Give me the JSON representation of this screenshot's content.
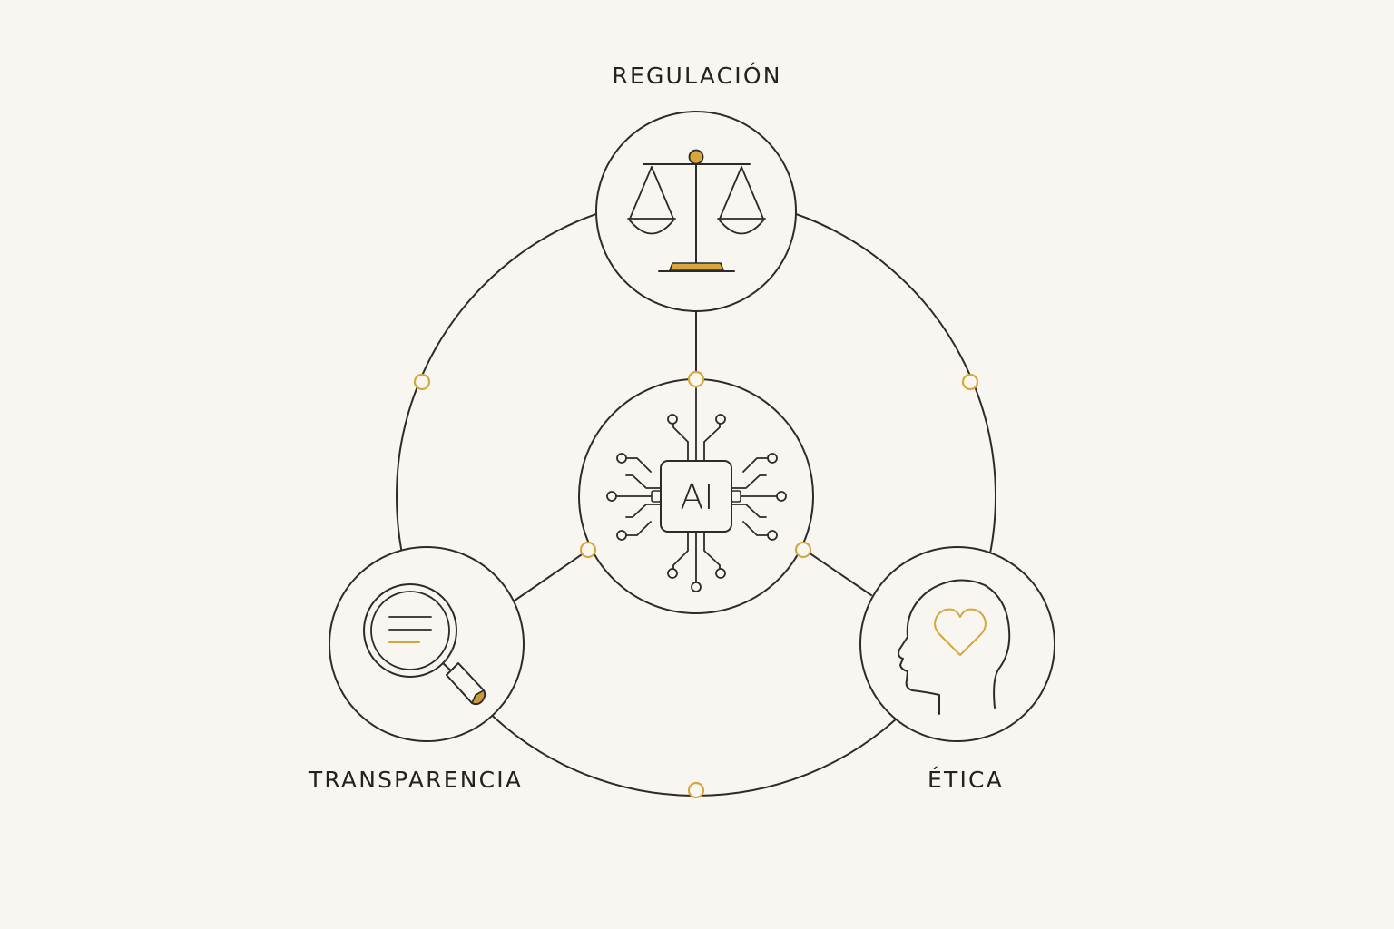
{
  "labels": {
    "top": "REGULACIÓN",
    "left": "TRANSPARENCIA",
    "right": "ÉTICA",
    "center": "AI"
  },
  "icons": {
    "top": "balance-scale-icon",
    "left": "magnifying-glass-document-icon",
    "right": "head-with-heart-icon",
    "center": "ai-chip-icon"
  },
  "colors": {
    "background": "#f8f6f1",
    "line": "#2b2b2b",
    "accent": "#d7a73e"
  }
}
